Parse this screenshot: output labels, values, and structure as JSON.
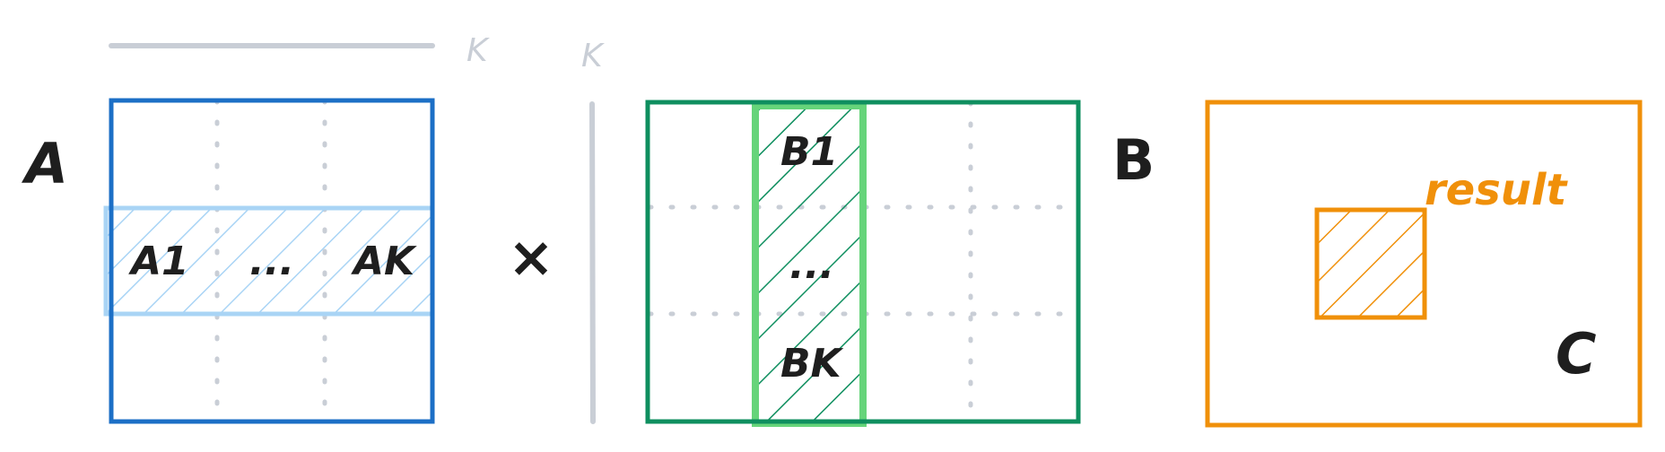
{
  "colors": {
    "blue": "#1c6fc6",
    "light_blue": "#a9d4f5",
    "green": "#0f8f5f",
    "light_green": "#66d47a",
    "orange": "#f0900a",
    "gray": "#c9ced6",
    "ink": "#1e1e1e"
  },
  "labels": {
    "k_top": "K",
    "k_left": "K",
    "matrix_a": "A",
    "matrix_b": "B",
    "matrix_c": "C",
    "times": "×",
    "a1": "A1",
    "a_dots": "...",
    "ak": "AK",
    "b1": "B1",
    "b_dots": "...",
    "bk": "BK",
    "result": "result"
  }
}
